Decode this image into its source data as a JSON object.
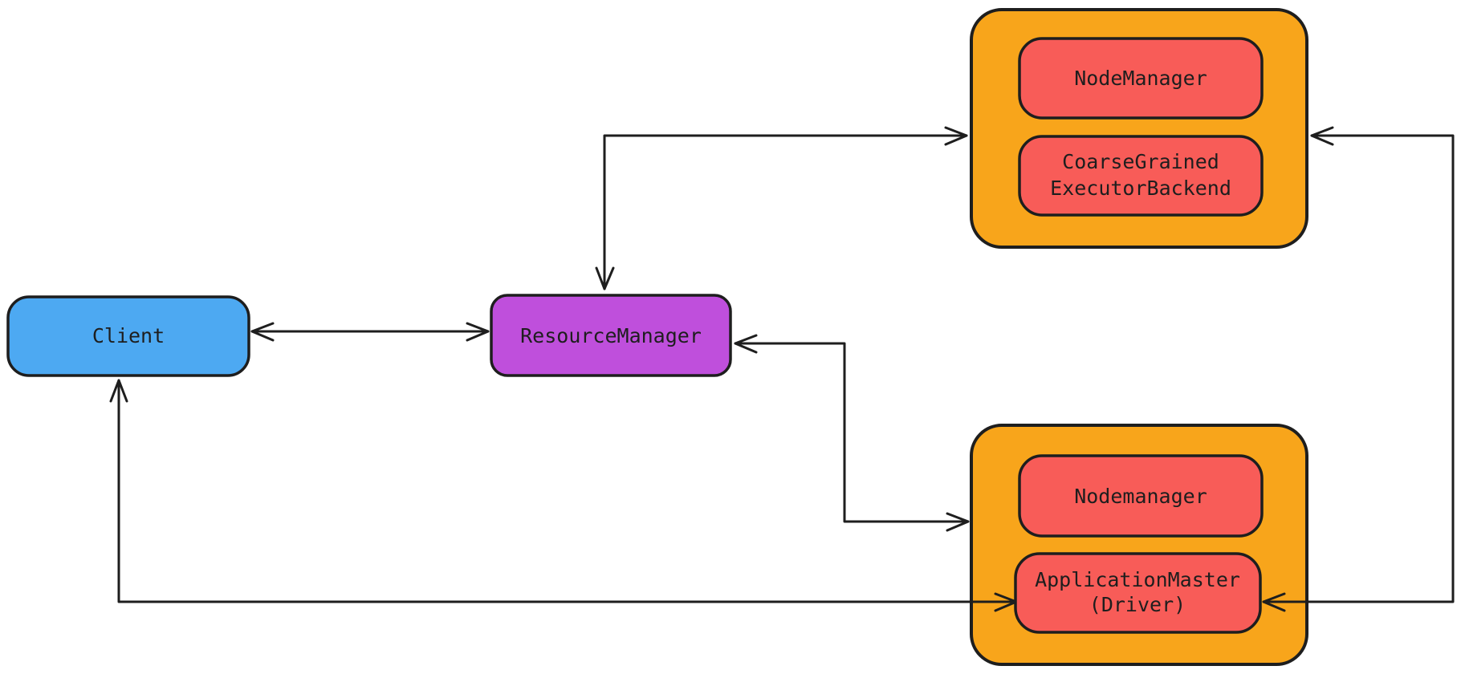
{
  "colors": {
    "blue": "#4da9f2",
    "purple": "#bf4fdc",
    "orange": "#f8a51b",
    "red": "#f85c58",
    "ink": "#1e1e1e",
    "background": "#ffffff"
  },
  "nodes": {
    "client": {
      "label": "Client",
      "color": "blue"
    },
    "resource_manager": {
      "label": "ResourceManager",
      "color": "purple"
    },
    "node_manager_top": {
      "label": "NodeManager",
      "color": "red",
      "container": "worker_node_top"
    },
    "executor_backend": {
      "label_line1": "CoarseGrained",
      "label_line2": "ExecutorBackend",
      "color": "red",
      "container": "worker_node_top"
    },
    "node_manager_bottom": {
      "label": "Nodemanager",
      "color": "red",
      "container": "worker_node_bottom"
    },
    "application_master": {
      "label_line1": "ApplicationMaster",
      "label_line2": "(Driver)",
      "color": "red",
      "container": "worker_node_bottom"
    }
  },
  "containers": {
    "worker_node_top": {
      "color": "orange",
      "children": [
        "node_manager_top",
        "executor_backend"
      ]
    },
    "worker_node_bottom": {
      "color": "orange",
      "children": [
        "node_manager_bottom",
        "application_master"
      ]
    }
  },
  "edges": [
    {
      "from": "client",
      "to": "resource_manager",
      "direction": "both",
      "style": "straight"
    },
    {
      "from": "resource_manager",
      "to": "worker_node_top",
      "direction": "both",
      "style": "elbow"
    },
    {
      "from": "resource_manager",
      "to": "worker_node_bottom",
      "direction": "both",
      "style": "elbow"
    },
    {
      "from": "worker_node_top",
      "to": "application_master",
      "direction": "both",
      "style": "elbow"
    },
    {
      "from": "client",
      "to": "application_master",
      "direction": "both",
      "style": "elbow"
    }
  ]
}
